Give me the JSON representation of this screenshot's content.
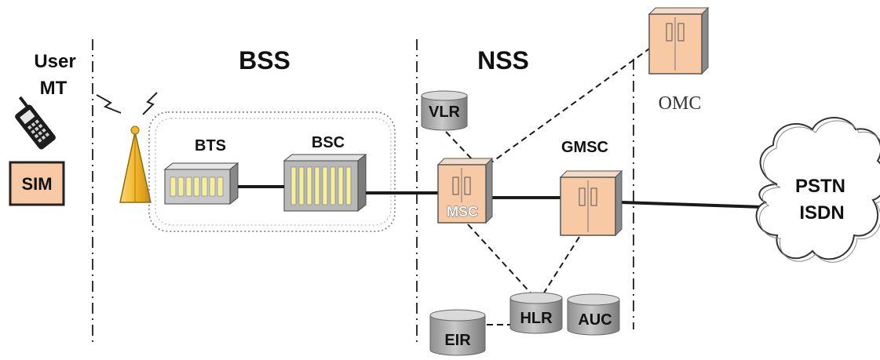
{
  "sections": {
    "user_line1": "User",
    "user_line2": "MT",
    "bss": "BSS",
    "nss": "NSS"
  },
  "nodes": {
    "sim": "SIM",
    "bts": "BTS",
    "bsc": "BSC",
    "vlr": "VLR",
    "msc": "MSC",
    "gmsc": "GMSC",
    "omc": "OMC",
    "hlr": "HLR",
    "auc": "AUC",
    "eir": "EIR",
    "pstn_line1": "PSTN",
    "pstn_line2": "ISDN"
  },
  "colors": {
    "cabinet_fill": "#F7C9A4",
    "cylinder_fill": "#B3B3B3",
    "bts_fill": "#C8C8C8",
    "rack_slot": "#F5EE9A",
    "antenna": "#F2B72A",
    "line": "#1A1A1A"
  }
}
